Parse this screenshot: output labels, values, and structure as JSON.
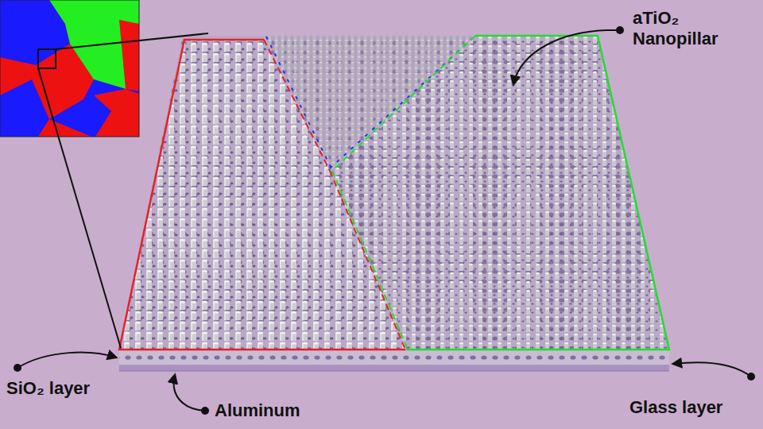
{
  "diagram": {
    "labels": [
      "aTiO₂ Nanopillar",
      "SiO₂ layer",
      "Aluminum",
      "Glass layer"
    ]
  }
}
